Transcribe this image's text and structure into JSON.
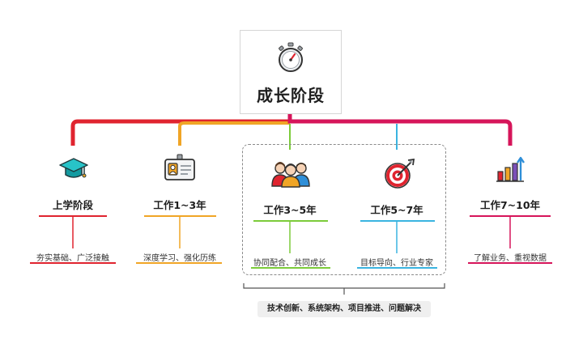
{
  "root": {
    "title": "成长阶段",
    "icon": "stopwatch-icon"
  },
  "stages": [
    {
      "title": "上学阶段",
      "desc": "夯实基础、广泛接触",
      "color": "#e0242f",
      "icon": "graduation-cap-icon"
    },
    {
      "title": "工作1~3年",
      "desc": "深度学习、强化历练",
      "color": "#f0a526",
      "icon": "id-badge-icon"
    },
    {
      "title": "工作3~5年",
      "desc": "协同配合、共同成长",
      "color": "#7ccb3a",
      "icon": "team-people-icon"
    },
    {
      "title": "工作5~7年",
      "desc": "目标导向、行业专家",
      "color": "#3ab4e0",
      "icon": "target-arrow-icon"
    },
    {
      "title": "工作7~10年",
      "desc": "了解业务、重视数据",
      "color": "#d6155a",
      "icon": "growth-chart-icon"
    }
  ],
  "summary": "技术创新、系统架构、项目推进、问题解决"
}
